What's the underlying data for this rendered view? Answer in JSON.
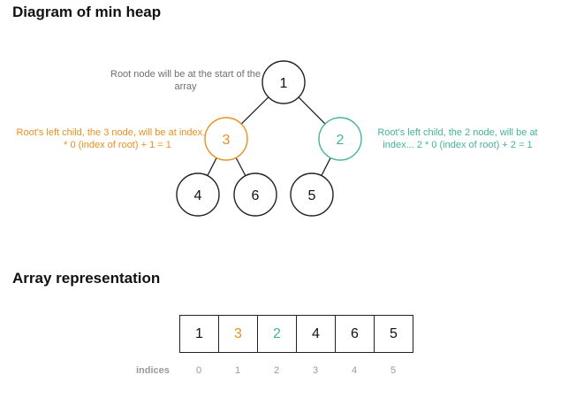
{
  "heap_title": "Diagram of min heap",
  "array_title": "Array representation",
  "notes": {
    "root": "Root node will be at the start of the array",
    "left": "Root's left child, the 3 node, will be at index... 2 * 0 (index of root) + 1 = 1",
    "right": "Root's left child, the 2 node, will be at index... 2 * 0 (index of root) + 2 = 1"
  },
  "nodes": [
    {
      "value": "1",
      "color": "#111111"
    },
    {
      "value": "3",
      "color": "#e8901e"
    },
    {
      "value": "2",
      "color": "#45b39b"
    },
    {
      "value": "4",
      "color": "#111111"
    },
    {
      "value": "6",
      "color": "#111111"
    },
    {
      "value": "5",
      "color": "#111111"
    }
  ],
  "array_cells": [
    {
      "value": "1",
      "color": "#111111"
    },
    {
      "value": "3",
      "color": "#e8901e"
    },
    {
      "value": "2",
      "color": "#45b39b"
    },
    {
      "value": "4",
      "color": "#111111"
    },
    {
      "value": "6",
      "color": "#111111"
    },
    {
      "value": "5",
      "color": "#111111"
    }
  ],
  "indices_label": "indices",
  "indices": [
    "0",
    "1",
    "2",
    "3",
    "4",
    "5"
  ]
}
